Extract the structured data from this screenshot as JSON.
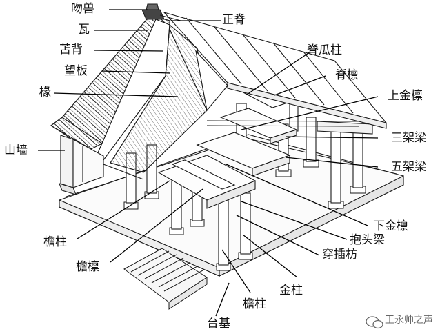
{
  "labels": {
    "wenshou": "吻兽",
    "wa": "瓦",
    "kubei": "苫背",
    "wangban": "望板",
    "chuan": "椽",
    "shanqiang": "山墙",
    "zhengji": "正脊",
    "jiguazhu": "脊瓜柱",
    "jilin": "脊檩",
    "shangjinlin": "上金檩",
    "sanjialiang": "三架梁",
    "wujialiang": "五架梁",
    "xiajinlin": "下金檩",
    "baotouliang": "抱头梁",
    "chuanchafang": "穿插枋",
    "jinzhu": "金柱",
    "yanzhu_right": "檐柱",
    "yanzhu_left": "檐柱",
    "yanlin": "檐檩",
    "taiji": "台基"
  },
  "watermark": {
    "text": "王永帅之声",
    "icon": "wechat-icon"
  },
  "colors": {
    "line": "#1a1a1a",
    "pointer": "#000000",
    "wall": "#f4f4f4"
  }
}
